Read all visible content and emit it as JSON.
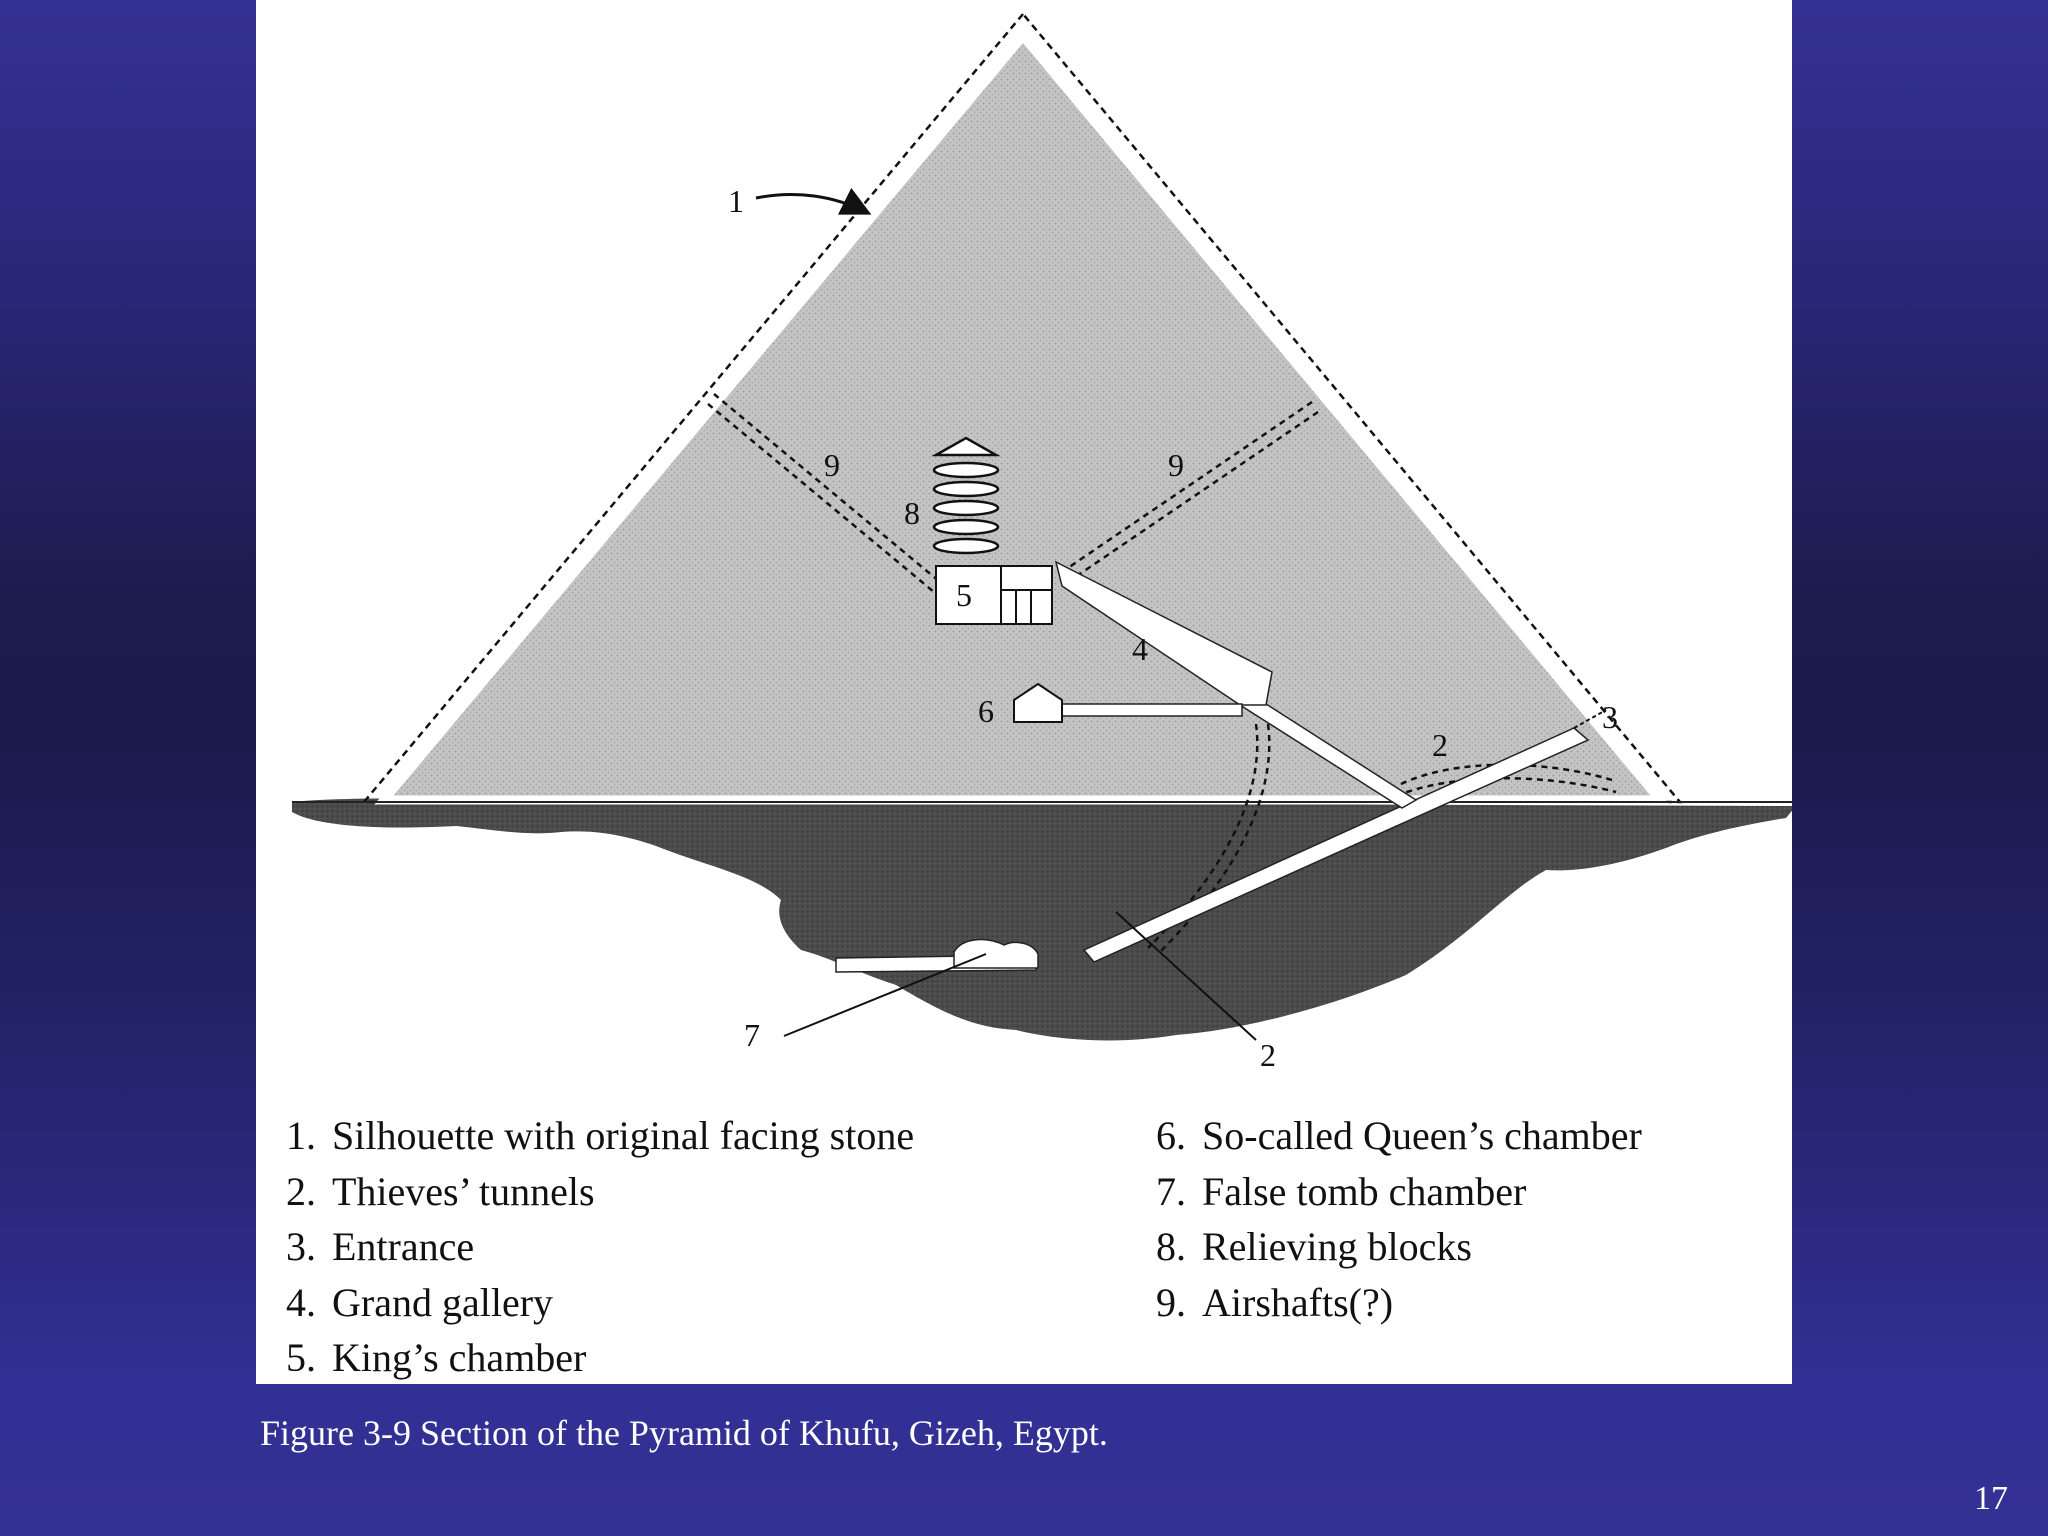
{
  "diagram": {
    "callouts": {
      "silhouette": "1",
      "thieves_upper": "2",
      "thieves_lower": "2",
      "entrance": "3",
      "grand_gallery": "4",
      "kings_chamber": "5",
      "queens_chamber": "6",
      "false_tomb": "7",
      "relieving_blocks": "8",
      "airshaft_left": "9",
      "airshaft_right": "9"
    }
  },
  "legend": {
    "left": [
      {
        "num": "1.",
        "text": "Silhouette with original facing stone"
      },
      {
        "num": "2.",
        "text": "Thieves’ tunnels"
      },
      {
        "num": "3.",
        "text": "Entrance"
      },
      {
        "num": "4.",
        "text": "Grand gallery"
      },
      {
        "num": "5.",
        "text": "King’s chamber"
      }
    ],
    "right": [
      {
        "num": "6.",
        "text": "So-called Queen’s chamber"
      },
      {
        "num": "7.",
        "text": "False tomb chamber"
      },
      {
        "num": "8.",
        "text": "Relieving blocks"
      },
      {
        "num": "9.",
        "text": "Airshafts(?)"
      }
    ]
  },
  "caption": "Figure 3-9  Section of the Pyramid of Khufu, Gizeh, Egypt.",
  "page_number": "17",
  "colors": {
    "background_blue": "#343194",
    "background_dark": "#1b1a4c",
    "pyramid_fill": "#c9c9c9",
    "bedrock_fill": "#4a4a4a",
    "panel": "#ffffff"
  }
}
